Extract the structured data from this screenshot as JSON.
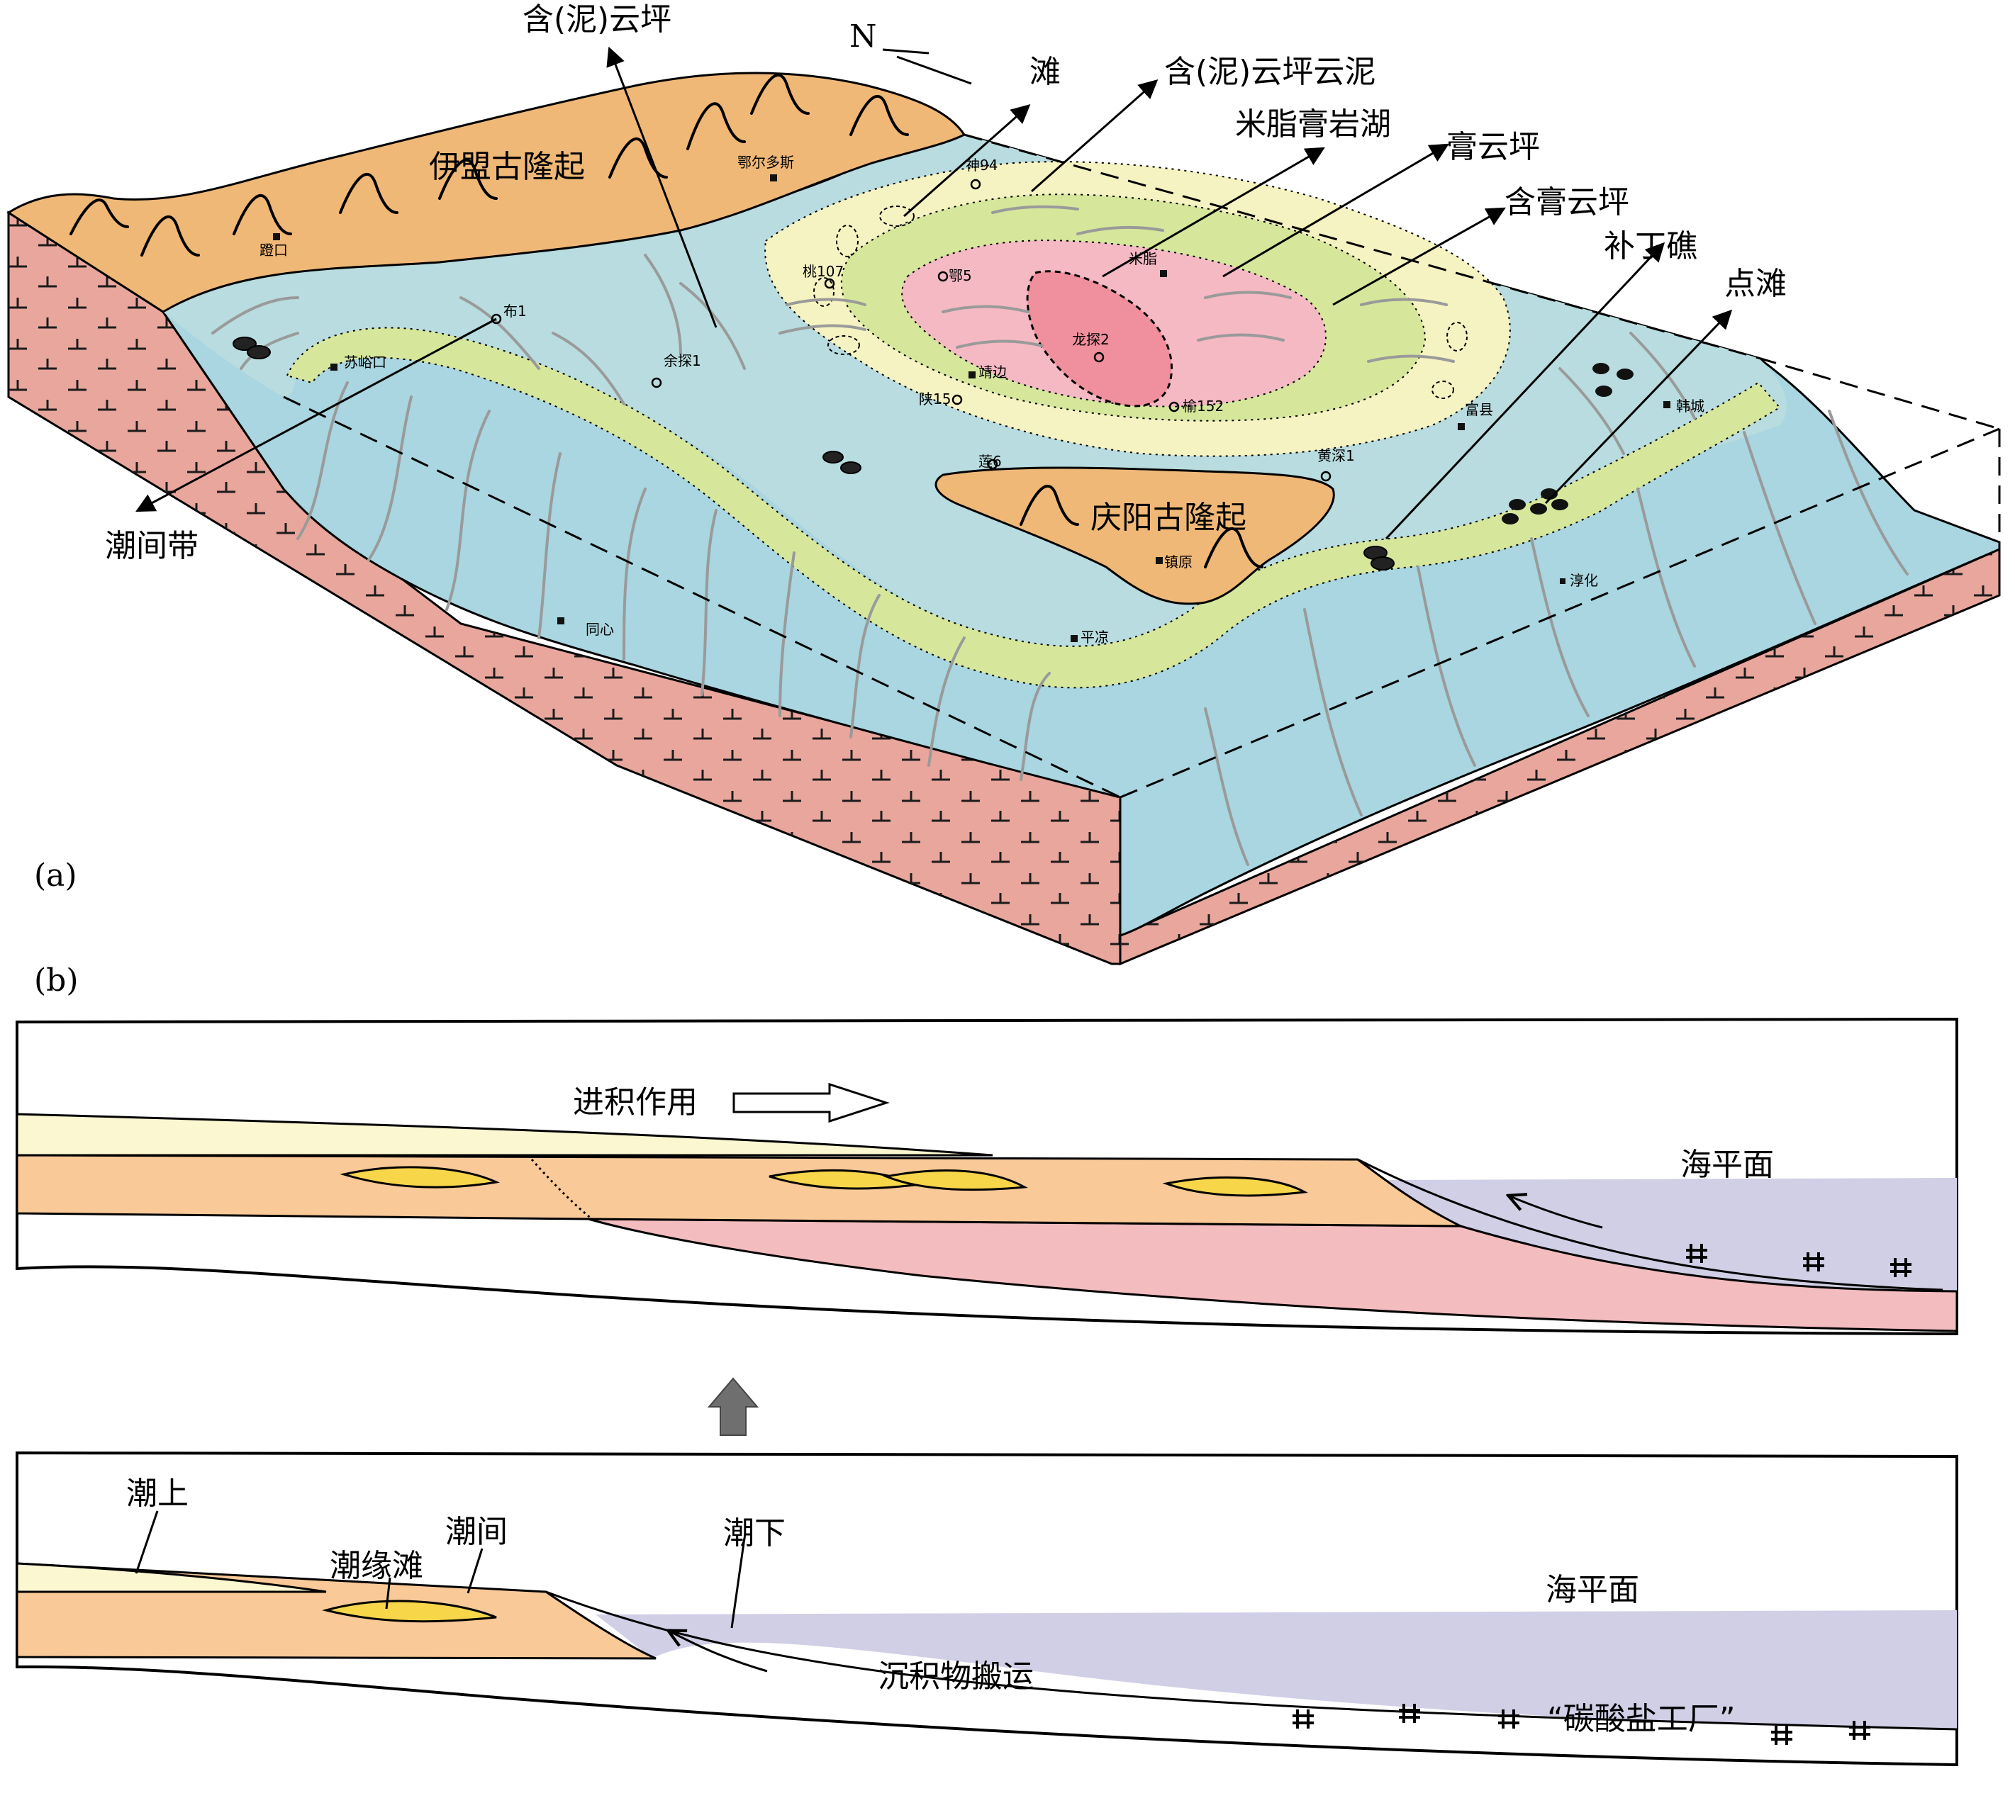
{
  "panel_a": {
    "tag": "(a)",
    "north": "N",
    "uplifts": [
      "伊盟古隆起",
      "庆阳古隆起"
    ],
    "zones": [
      "含(泥)云坪",
      "滩",
      "含(泥)云坪云泥",
      "米脂膏岩湖",
      "膏云坪",
      "含膏云坪",
      "补丁礁",
      "点滩",
      "潮间带"
    ],
    "places": [
      "鄂尔多斯",
      "蹬口",
      "苏峪口",
      "靖边",
      "镇原",
      "平凉",
      "同心",
      "富县",
      "韩城",
      "淳化",
      "米脂"
    ],
    "wells": [
      "神94",
      "桃107",
      "鄂5",
      "布1",
      "余探1",
      "陕15",
      "龙探2",
      "榆152",
      "莲6",
      "黄深1"
    ]
  },
  "panel_b": {
    "tag": "(b)",
    "upper": {
      "progradation": "进积作用",
      "sea_level": "海平面"
    },
    "lower": {
      "supratidal": "潮上",
      "tidal_flat_shoal": "潮缘滩",
      "intertidal": "潮间",
      "subtidal": "潮下",
      "sea_level": "海平面",
      "sediment_transport": "沉积物搬运",
      "carbonate_factory": "“碳酸盐工厂”"
    }
  },
  "colors": {
    "sea": "#a9d6e0",
    "sea_inner": "#b8dcdf",
    "uplift": "#f0b877",
    "basement": "#e8a69c",
    "evaporite_lake": "#f5b9c4",
    "evaporite_core": "#f08f9d",
    "gypsum_flat": "#cfe6a5",
    "dolomite_flat": "#f6f3c2",
    "shelf_rim": "#d6e79c",
    "section_sea": "#d1cfe6",
    "section_supratidal": "#fbf7d1",
    "section_platform": "#f9c998",
    "section_slope": "#f3bcbe",
    "shoal": "#f7d64a"
  }
}
